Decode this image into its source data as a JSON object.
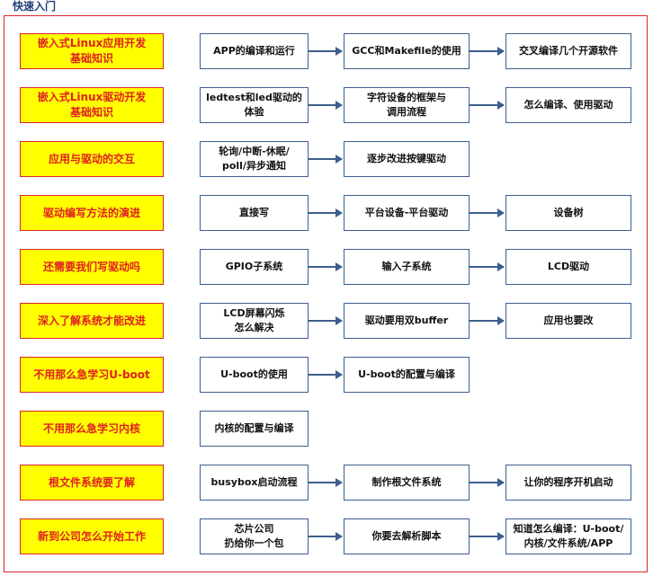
{
  "title": "快速入门",
  "rows": [
    {
      "category": "嵌入式Linux应用开发\n基础知识",
      "steps": [
        "APP的编译和运行",
        "GCC和Makefile的使用",
        "交叉编译几个开源软件"
      ]
    },
    {
      "category": "嵌入式Linux驱动开发\n基础知识",
      "steps": [
        "ledtest和led驱动的\n体验",
        "字符设备的框架与\n调用流程",
        "怎么编译、使用驱动"
      ]
    },
    {
      "category": "应用与驱动的交互",
      "steps": [
        "轮询/中断-休眠/\npoll/异步通知",
        "逐步改进按键驱动"
      ]
    },
    {
      "category": "驱动编写方法的演进",
      "steps": [
        "直接写",
        "平台设备-平台驱动",
        "设备树"
      ]
    },
    {
      "category": "还需要我们写驱动吗",
      "steps": [
        "GPIO子系统",
        "输入子系统",
        "LCD驱动"
      ]
    },
    {
      "category": "深入了解系统才能改进",
      "steps": [
        "LCD屏幕闪烁\n怎么解决",
        "驱动要用双buffer",
        "应用也要改"
      ]
    },
    {
      "category": "不用那么急学习U-boot",
      "steps": [
        "U-boot的使用",
        "U-boot的配置与编译"
      ]
    },
    {
      "category": "不用那么急学习内核",
      "steps": [
        "内核的配置与编译"
      ]
    },
    {
      "category": "根文件系统要了解",
      "steps": [
        "busybox启动流程",
        "制作根文件系统",
        "让你的程序开机启动"
      ]
    },
    {
      "category": "新到公司怎么开始工作",
      "steps": [
        "芯片公司\n扔给你一个包",
        "你要去解析脚本",
        "知道怎么编译：U-boot/\n内核/文件系统/APP"
      ]
    }
  ]
}
